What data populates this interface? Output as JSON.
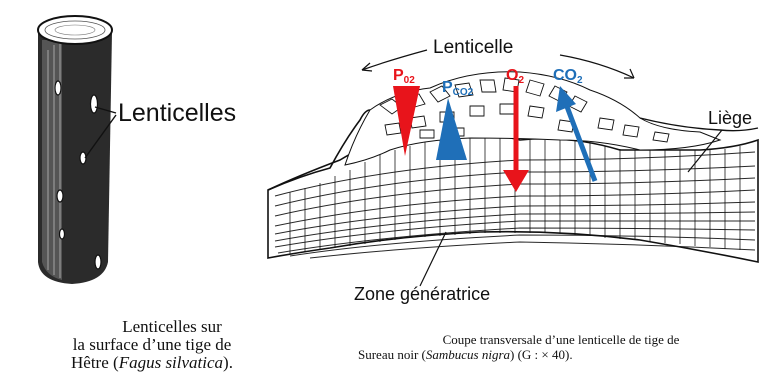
{
  "left_figure": {
    "label": "Lenticelles",
    "caption": {
      "line1": "Lenticelles sur",
      "line2": "la surface d’une tige de",
      "line3_prefix": "Hêtre (",
      "line3_italic": "Fagus silvatica",
      "line3_suffix": ")."
    }
  },
  "right_figure": {
    "top_label": "Lenticelle",
    "right_label": "Liège",
    "bottom_label": "Zone génératrice",
    "annotations": {
      "p_o2_main": "P",
      "p_o2_sub": "02",
      "p_co2_main": "P",
      "p_co2_sub": "CO2",
      "o2_main": "O",
      "o2_sub": "2",
      "co2_main": "CO",
      "co2_sub": "2"
    },
    "caption": {
      "line1": "Coupe transversale d’une lenticelle de tige de",
      "line2_prefix": "Sureau noir (",
      "line2_italic": "Sambucus nigra",
      "line2_suffix": ") (G : × 40)."
    }
  },
  "colors": {
    "red": "#e8141b",
    "blue": "#1f6fb8",
    "ink": "#111111"
  }
}
